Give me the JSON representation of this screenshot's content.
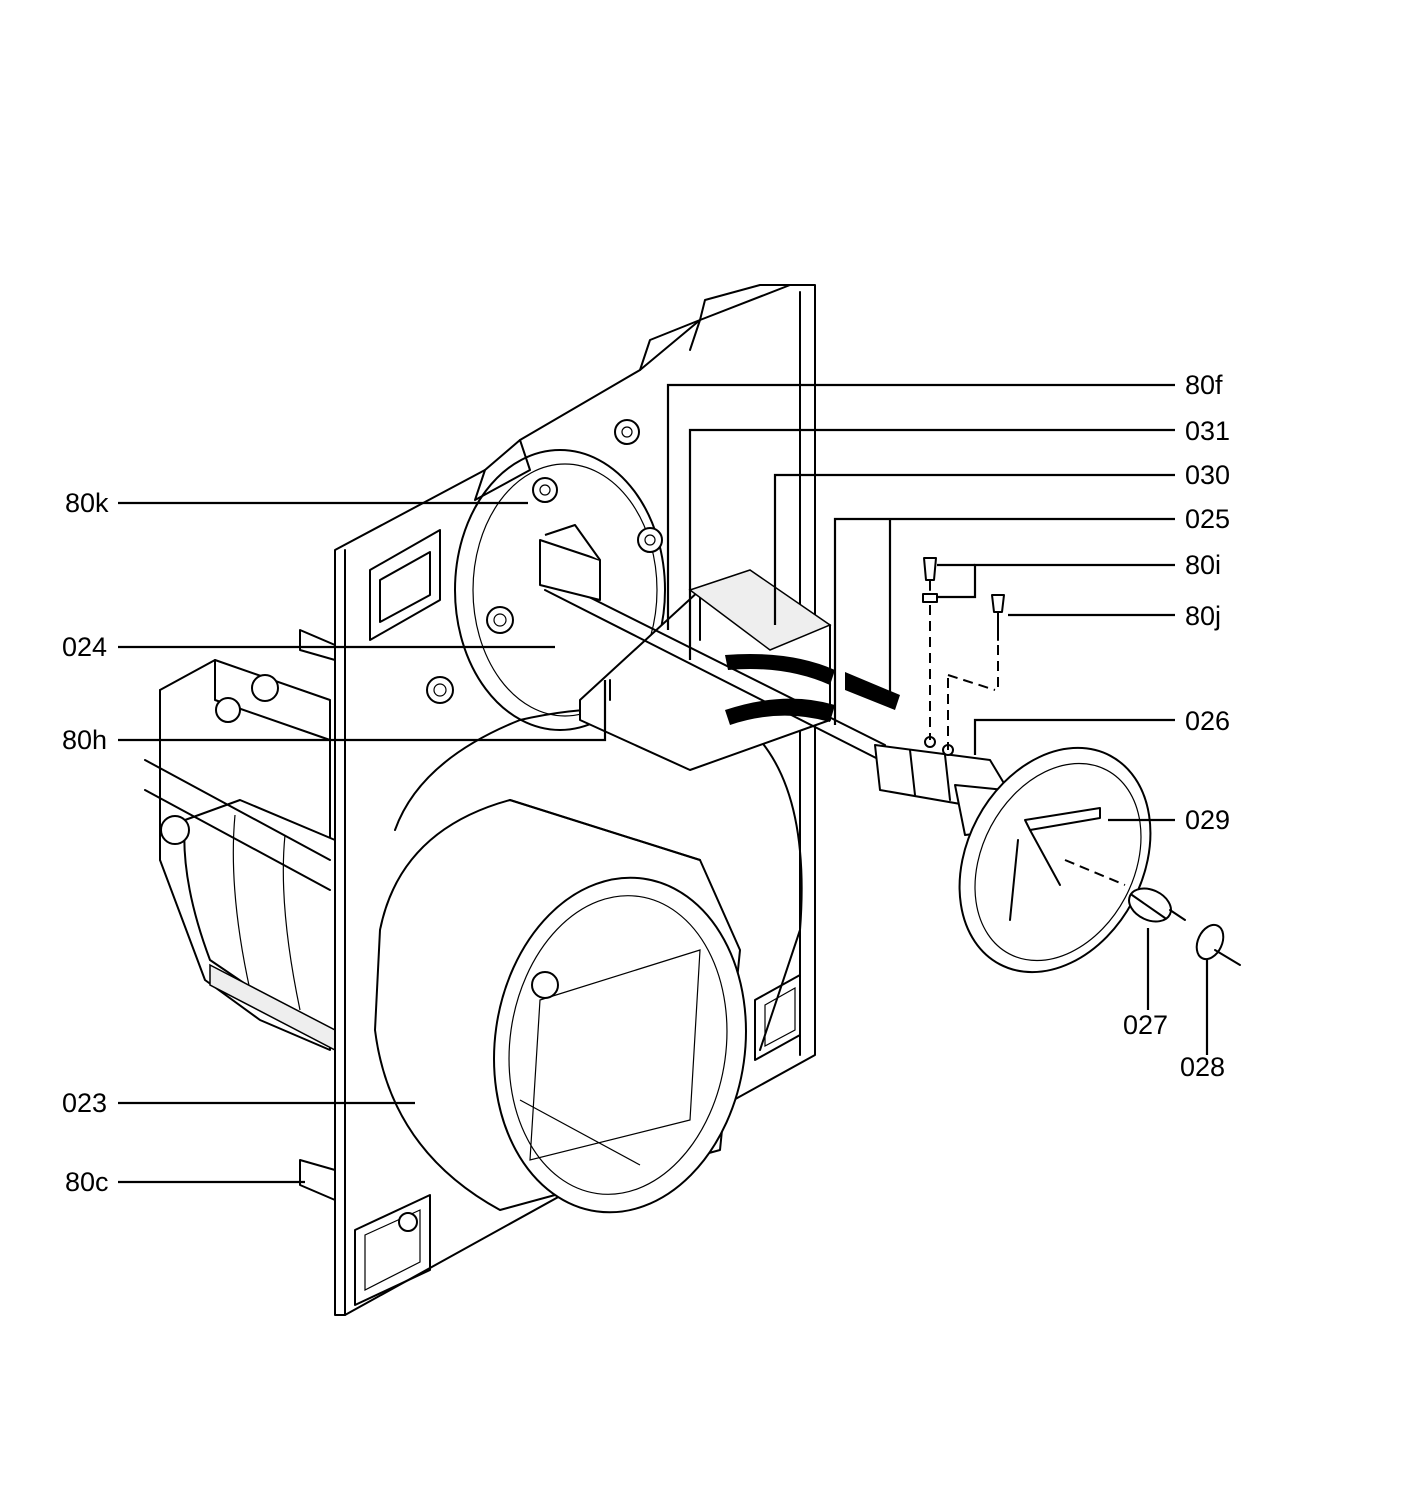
{
  "callouts": {
    "c80f": "80f",
    "c031": "031",
    "c030": "030",
    "c025": "025",
    "c80i": "80i",
    "c80j": "80j",
    "c026": "026",
    "c029": "029",
    "c027": "027",
    "c028": "028",
    "c80k": "80k",
    "c024": "024",
    "c80h": "80h",
    "c023": "023",
    "c80c": "80c"
  }
}
